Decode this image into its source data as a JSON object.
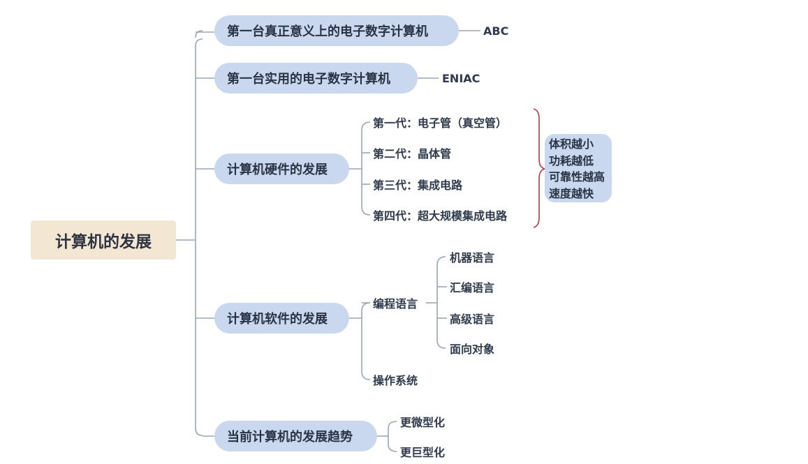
{
  "root": {
    "label": "计算机的发展"
  },
  "branches": {
    "abc": {
      "label": "第一台真正意义上的电子数字计算机",
      "leaf": "ABC"
    },
    "eniac": {
      "label": "第一台实用的电子数字计算机",
      "leaf": "ENIAC"
    },
    "hardware": {
      "label": "计算机硬件的发展",
      "children": [
        "第一代：电子管（真空管）",
        "第二代：晶体管",
        "第三代：集成电路",
        "第四代：超大规模集成电路"
      ],
      "summary": [
        "体积越小",
        "功耗越低",
        "可靠性越高",
        "速度越快"
      ]
    },
    "software": {
      "label": "计算机软件的发展",
      "programming": {
        "label": "编程语言",
        "children": [
          "机器语言",
          "汇编语言",
          "高级语言",
          "面向对象"
        ]
      },
      "os": "操作系统"
    },
    "trend": {
      "label": "当前计算机的发展趋势",
      "children": [
        "更微型化",
        "更巨型化"
      ]
    }
  },
  "colors": {
    "root_fill": "#f3e6d2",
    "branch_fill": "#c9d8ee",
    "connector": "#9aa6b6",
    "summary_brace": "#b03a48"
  }
}
